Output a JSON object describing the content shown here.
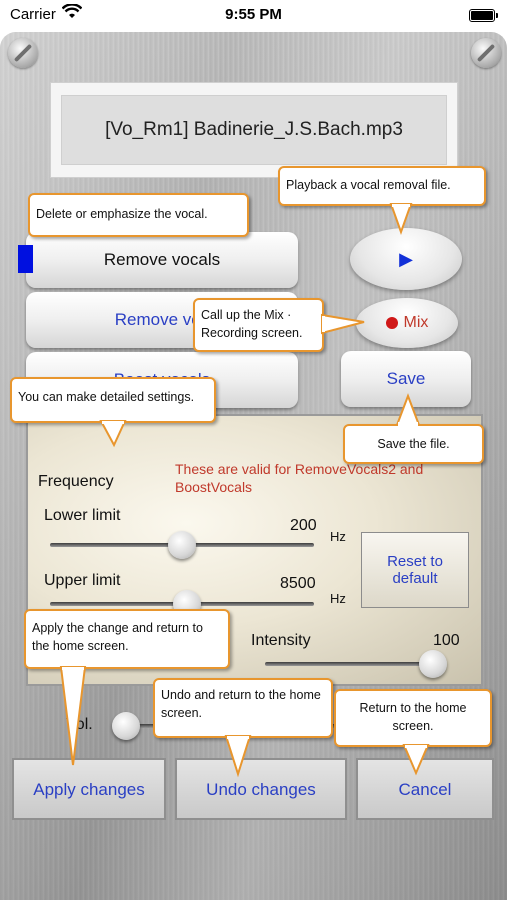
{
  "status_bar": {
    "carrier": "Carrier",
    "time": "9:55 PM"
  },
  "file": {
    "name": "[Vo_Rm1] Badinerie_J.S.Bach.mp3"
  },
  "mode_buttons": {
    "remove_vocals": "Remove vocals",
    "remove_vocals2": "Remove voc",
    "boost_vocals": "Boost vocals"
  },
  "playback": {
    "play_glyph": "▶",
    "mix_label": "Mix",
    "save_label": "Save"
  },
  "settings": {
    "note": "These are valid for RemoveVocals2 and BoostVocals",
    "frequency_label": "Frequency",
    "lower_limit_label": "Lower limit",
    "lower_limit_value": "200",
    "lower_unit": "Hz",
    "lower_limit_fraction": 0.5,
    "upper_limit_label": "Upper limit",
    "upper_limit_value": "8500",
    "upper_unit": "Hz",
    "upper_limit_fraction": 0.52,
    "reset_label": "Reset to default",
    "intensity_label": "Intensity",
    "intensity_value": "100",
    "intensity_fraction": 1.0
  },
  "volume": {
    "label": "Vol.",
    "fraction": 0.0
  },
  "bottom_buttons": {
    "apply": "Apply changes",
    "undo": "Undo changes",
    "cancel": "Cancel"
  },
  "callouts": {
    "delete_emphasize": "Delete or emphasize the vocal.",
    "playback": "Playback a vocal removal file.",
    "mix": "Call up the Mix · Recording screen.",
    "detailed": "You can make detailed settings.",
    "save": "Save the file.",
    "apply": "Apply the change and return to the home screen.",
    "undo": "Undo and return to the home screen.",
    "cancel": "Return to the home screen."
  },
  "colors": {
    "accent_blue": "#2a3fc4",
    "callout_border": "#e8962e",
    "note_red": "#c0392b",
    "record_red": "#d01818",
    "selection_blue": "#0010e0"
  }
}
